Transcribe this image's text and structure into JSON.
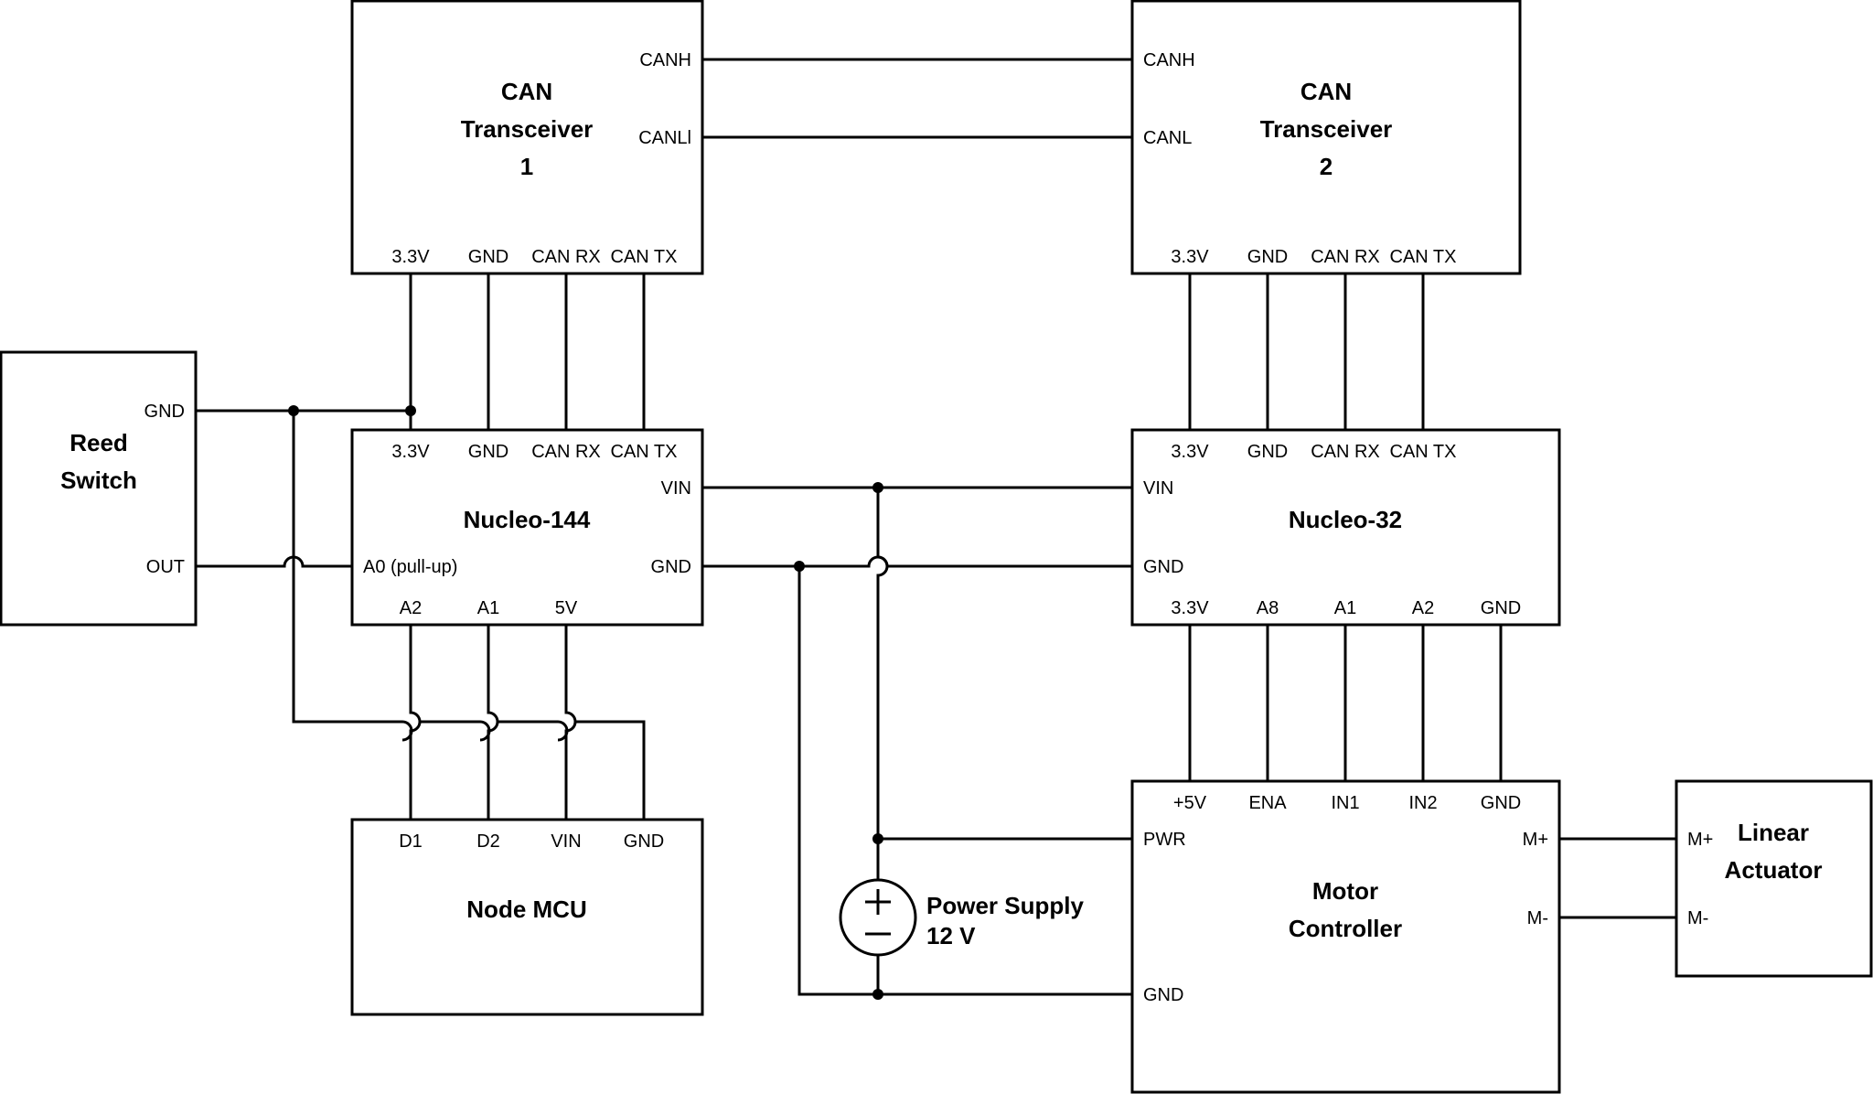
{
  "blocks": {
    "can1": {
      "title": [
        "CAN",
        "Transceiver",
        "1"
      ],
      "pins": {
        "canh": "CANH",
        "canl": "CANLl",
        "v33": "3.3V",
        "gnd": "GND",
        "canrx": "CAN RX",
        "cantx": "CAN TX"
      }
    },
    "can2": {
      "title": [
        "CAN",
        "Transceiver",
        "2"
      ],
      "pins": {
        "canh": "CANH",
        "canl": "CANL",
        "v33": "3.3V",
        "gnd": "GND",
        "canrx": "CAN RX",
        "cantx": "CAN TX"
      }
    },
    "reed": {
      "title": [
        "Reed",
        "Switch"
      ],
      "pins": {
        "gnd": "GND",
        "out": "OUT"
      }
    },
    "nucleo144": {
      "title": "Nucleo-144",
      "pins": {
        "v33": "3.3V",
        "gnd_top": "GND",
        "canrx": "CAN RX",
        "cantx": "CAN TX",
        "vin": "VIN",
        "gnd": "GND",
        "a0": "A0 (pull-up)",
        "a2": "A2",
        "a1": "A1",
        "v5": "5V"
      }
    },
    "nucleo32": {
      "title": "Nucleo-32",
      "pins": {
        "v33_top": "3.3V",
        "gnd_top": "GND",
        "canrx": "CAN RX",
        "cantx": "CAN TX",
        "vin": "VIN",
        "gnd": "GND",
        "v33_bot": "3.3V",
        "a8": "A8",
        "a1": "A1",
        "a2": "A2",
        "gnd_bot": "GND"
      }
    },
    "nodemcu": {
      "title": "Node MCU",
      "pins": {
        "d1": "D1",
        "d2": "D2",
        "vin": "VIN",
        "gnd": "GND"
      }
    },
    "motor": {
      "title": [
        "Motor",
        "Controller"
      ],
      "pins": {
        "v5": "+5V",
        "ena": "ENA",
        "in1": "IN1",
        "in2": "IN2",
        "gnd_top": "GND",
        "pwr": "PWR",
        "gnd": "GND",
        "mplus": "M+",
        "mminus": "M-"
      }
    },
    "actuator": {
      "title": [
        "Linear",
        "Actuator"
      ],
      "pins": {
        "mplus": "M+",
        "mminus": "M-"
      }
    },
    "psu": {
      "title": [
        "Power Supply",
        "12 V"
      ]
    }
  }
}
